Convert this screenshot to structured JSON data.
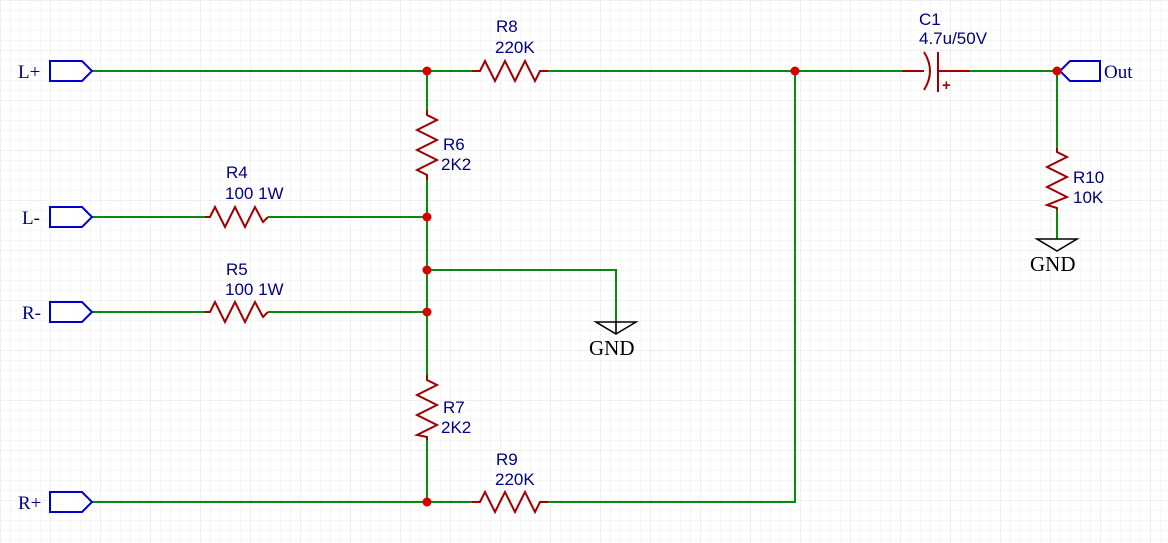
{
  "ports": {
    "l_plus": "L+",
    "l_minus": "L-",
    "r_minus": "R-",
    "r_plus": "R+",
    "out": "Out"
  },
  "components": {
    "r8": {
      "ref": "R8",
      "value": "220K"
    },
    "r9": {
      "ref": "R9",
      "value": "220K"
    },
    "r6": {
      "ref": "R6",
      "value": "2K2"
    },
    "r7": {
      "ref": "R7",
      "value": "2K2"
    },
    "r4": {
      "ref": "R4",
      "value": "100 1W"
    },
    "r5": {
      "ref": "R5",
      "value": "100 1W"
    },
    "r10": {
      "ref": "R10",
      "value": "10K"
    },
    "c1": {
      "ref": "C1",
      "value": "4.7u/50V",
      "polarity_mark": "+"
    }
  },
  "grounds": {
    "main": "GND",
    "output": "GND"
  },
  "colors": {
    "wire": "#0a8a0a",
    "component": "#a00000",
    "junction": "#d40000",
    "port": "#0000cc",
    "label": "#000080",
    "grid": "#ececec"
  }
}
